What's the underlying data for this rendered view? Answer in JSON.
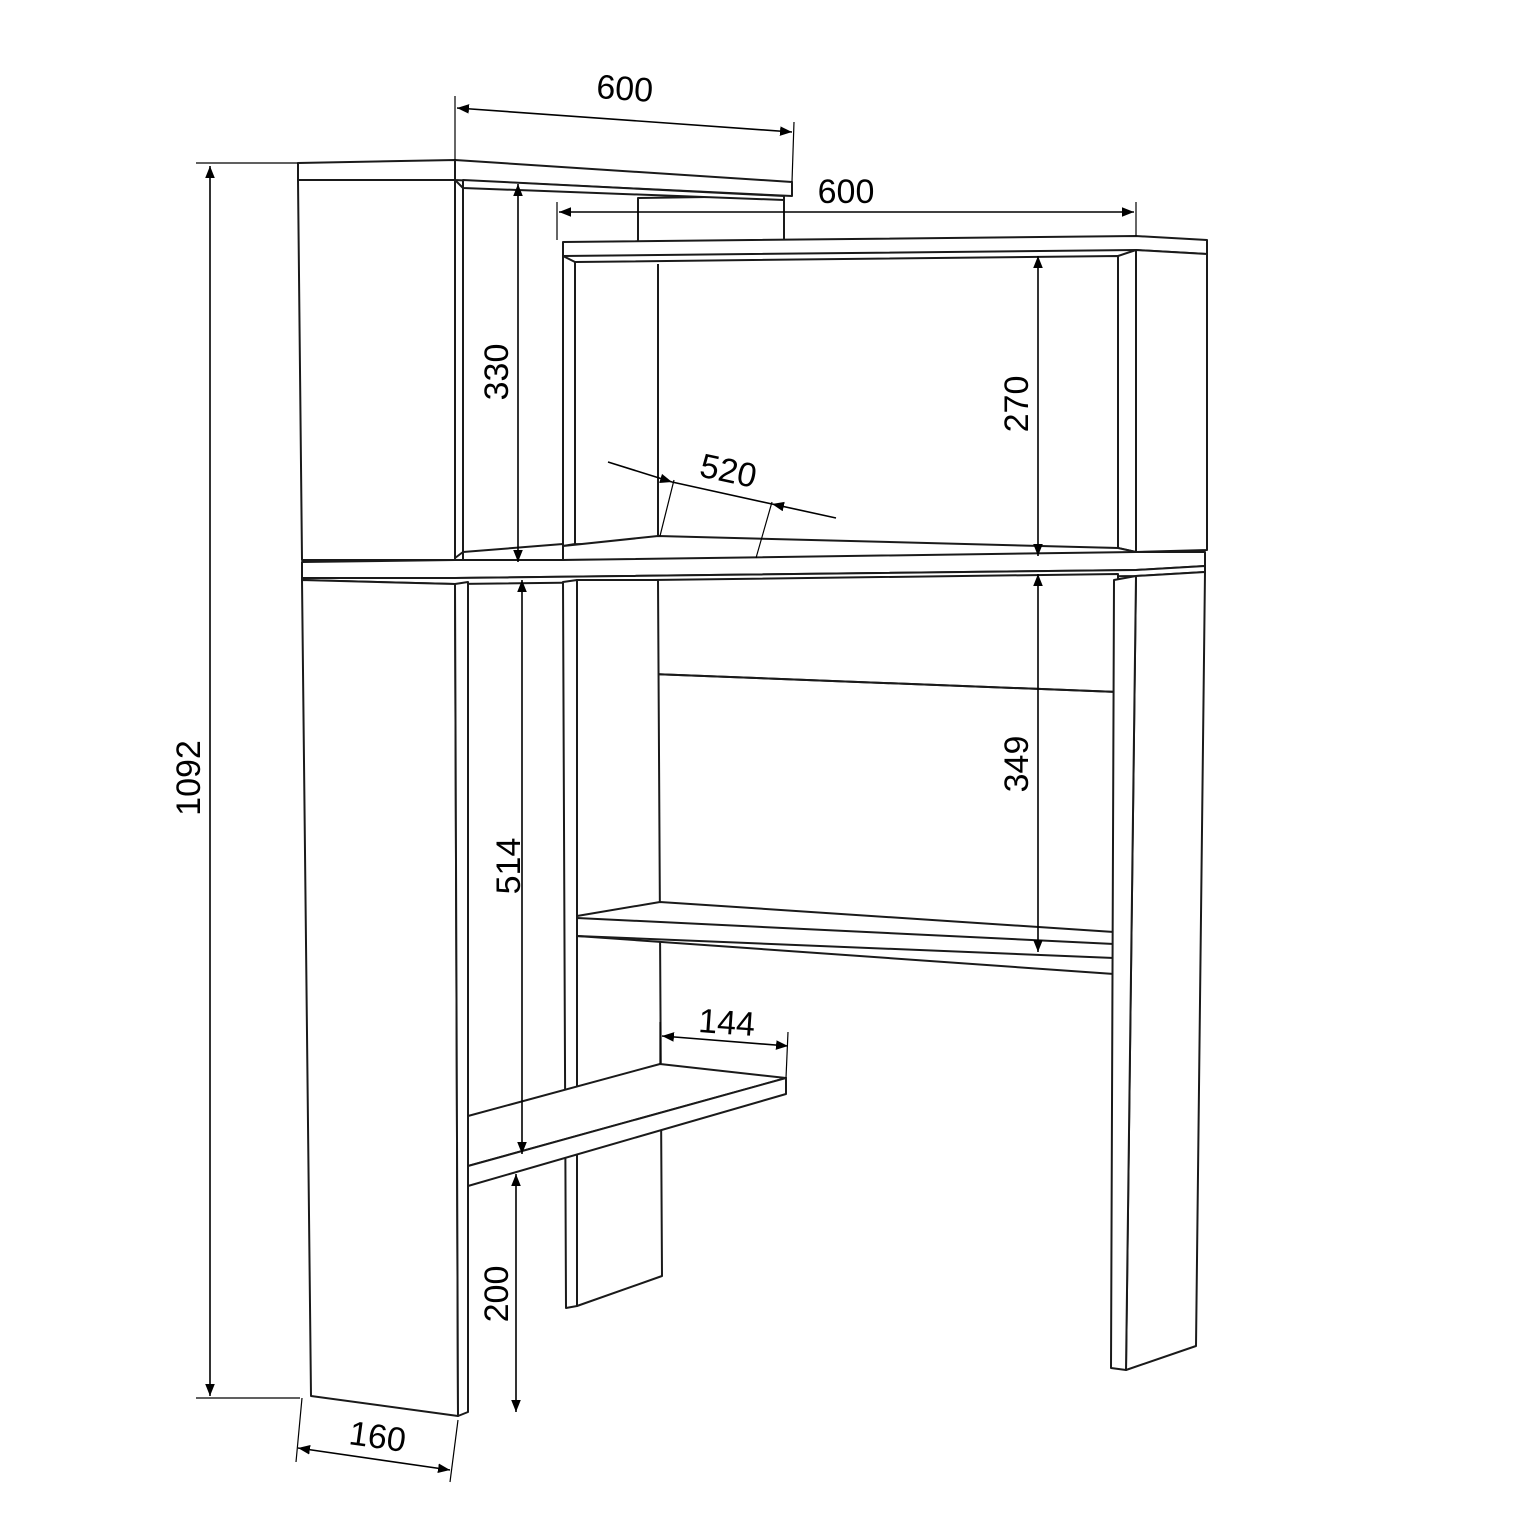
{
  "dimensions": {
    "top_depth": "600",
    "lower_depth": "600",
    "total_height": "1092",
    "upper_left_height": "330",
    "upper_right_height": "270",
    "inner_depth": "520",
    "left_middle_height": "514",
    "right_middle_height": "349",
    "low_shelf_depth": "144",
    "bottom_clearance": "200",
    "side_width": "160"
  },
  "colors": {
    "line": "#1a1a1a",
    "background": "#ffffff"
  }
}
